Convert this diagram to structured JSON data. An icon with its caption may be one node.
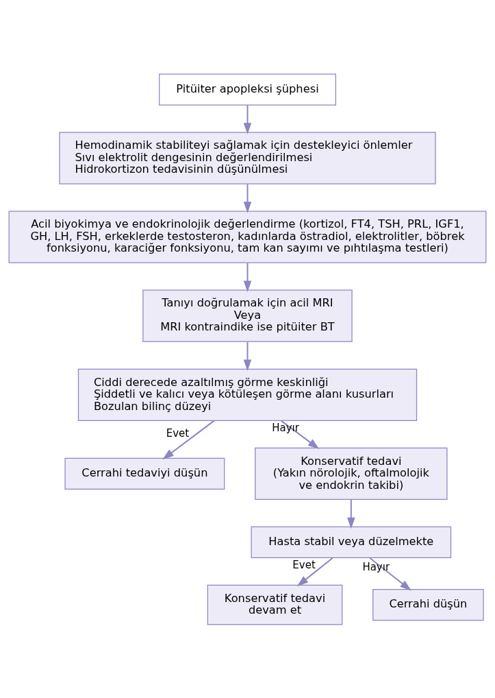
{
  "diagram": {
    "nodes": [
      {
        "text": [
          "Pitüiter apopleksi şüphesi"
        ]
      },
      {
        "text": [
          "Hemodinamik stabiliteyi sağlamak için destekleyici önlemler",
          "Sıvı elektrolit dengesinin değerlendirilmesi",
          "Hidrokortizon tedavisinin düşünülmesi"
        ]
      },
      {
        "text": [
          "Acil biyokimya ve endokrinolojik değerlendirme (kortizol, FT4, TSH, PRL, IGF1, GH, LH, FSH, erkeklerde testosteron, kadınlarda östradiol, elektrolitler, böbrek fonksiyonu, karaciğer fonksiyonu, tam kan sayımı ve pıhtılaşma testleri)"
        ]
      },
      {
        "text": [
          "Tanıyı doğrulamak için acil MRI",
          "Veya",
          "MRI kontraindike ise pitüiter BT"
        ]
      },
      {
        "text": [
          "Ciddi derecede azaltılmış görme keskinliği",
          "Şiddetli ve kalıcı veya kötüleşen görme alanı kusurları",
          "Bozulan bilinç düzeyi"
        ]
      },
      {
        "text": [
          "Cerrahi tedaviyi düşün"
        ]
      },
      {
        "text": [
          "Konservatif tedavi",
          "(Yakın nörolojik, oftalmolojik ve endokrin takibi)"
        ]
      },
      {
        "text": [
          "Hasta stabil veya düzelmekte"
        ]
      },
      {
        "text": [
          "Konservatif tedavi devam et"
        ]
      },
      {
        "text": [
          "Cerrahi düşün"
        ]
      }
    ],
    "edges": [
      {
        "from": 0,
        "to": 1,
        "arrow": "to"
      },
      {
        "from": 1,
        "to": 2,
        "arrow": "to"
      },
      {
        "from": 2,
        "to": 3,
        "arrow": "to"
      },
      {
        "from": 3,
        "to": 4,
        "arrow": "to"
      },
      {
        "from": 4,
        "to": 5,
        "arrow": "to",
        "label": "Evet"
      },
      {
        "from": 4,
        "to": 6,
        "arrow": "to",
        "label": "Hayır"
      },
      {
        "from": 6,
        "to": 7,
        "arrow": "to"
      },
      {
        "from": 7,
        "to": 8,
        "arrow": "to",
        "label": "Evet"
      },
      {
        "from": 7,
        "to": 9,
        "arrow": "to",
        "label": "Hayır"
      }
    ]
  }
}
